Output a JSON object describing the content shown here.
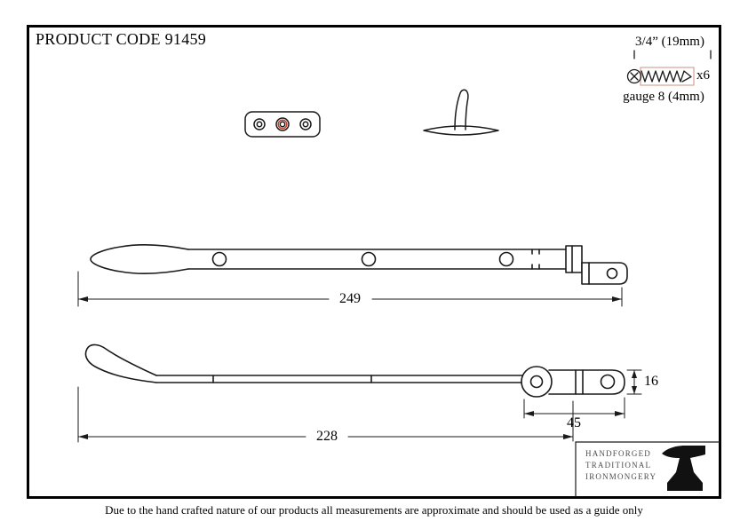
{
  "header": {
    "product_code": "PRODUCT CODE 91459"
  },
  "screw_spec": {
    "length": "3/4” (19mm)",
    "quantity": "x6",
    "gauge": "gauge 8 (4mm)"
  },
  "dimensions": {
    "overall_length_top": "249",
    "arm_length_side": "228",
    "bracket_length": "45",
    "bracket_height": "16"
  },
  "branding": {
    "line1": "HANDFORGED",
    "line2": "TRADITIONAL",
    "line3": "IRONMONGERY"
  },
  "footer": {
    "disclaimer": "Due to the hand crafted nature of our products all measurements are approximate and should be used as a guide only"
  },
  "colors": {
    "accent_red": "#c2402a",
    "screw_box_outline": "#d5a79a"
  }
}
